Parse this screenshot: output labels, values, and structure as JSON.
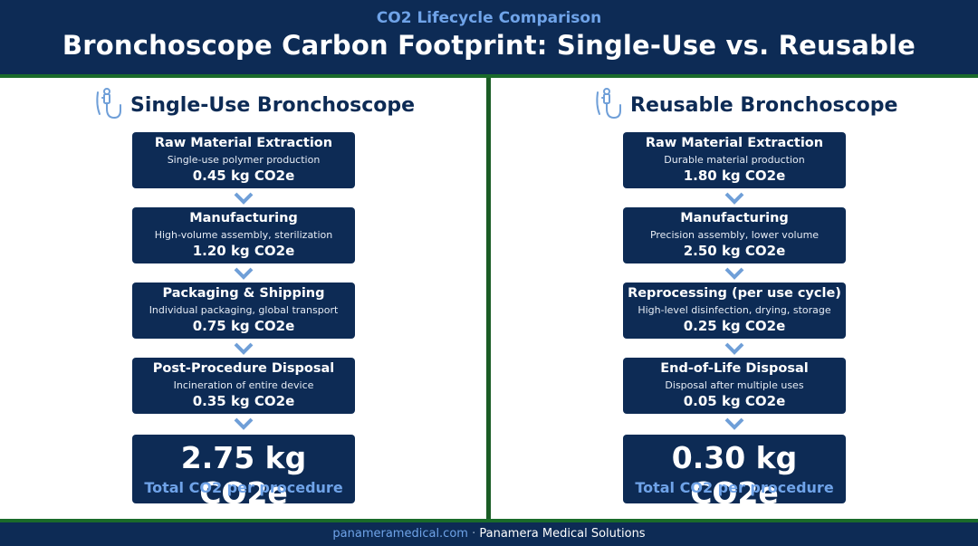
{
  "header": {
    "subtitle": "CO2 Lifecycle Comparison",
    "title": "Bronchoscope Carbon Footprint: Single-Use vs. Reusable"
  },
  "colors": {
    "navy": "#0d2b55",
    "accent_blue": "#6fa3e8",
    "green": "#1a6b2a",
    "arrow_blue": "#6f9fd8"
  },
  "single_use": {
    "icon": "bronchoscope-icon",
    "title": "Single-Use Bronchoscope",
    "stages": [
      {
        "title": "Raw Material Extraction",
        "desc": "Single-use polymer production",
        "value": "0.45 kg CO2e"
      },
      {
        "title": "Manufacturing",
        "desc": "High-volume assembly, sterilization",
        "value": "1.20 kg CO2e"
      },
      {
        "title": "Packaging & Shipping",
        "desc": "Individual packaging, global transport",
        "value": "0.75 kg CO2e"
      },
      {
        "title": "Post-Procedure Disposal",
        "desc": "Incineration of entire device",
        "value": "0.35 kg CO2e"
      }
    ],
    "total_value": "2.75 kg CO2e",
    "total_label": "Total CO2 per procedure"
  },
  "reusable": {
    "icon": "bronchoscope-icon",
    "title": "Reusable Bronchoscope",
    "stages": [
      {
        "title": "Raw Material Extraction",
        "desc": "Durable material production",
        "value": "1.80 kg CO2e"
      },
      {
        "title": "Manufacturing",
        "desc": "Precision assembly, lower volume",
        "value": "2.50 kg CO2e"
      },
      {
        "title": "Reprocessing (per use cycle)",
        "desc": "High-level disinfection, drying, storage",
        "value": "0.25 kg CO2e"
      },
      {
        "title": "End-of-Life Disposal",
        "desc": "Disposal after multiple uses",
        "value": "0.05 kg CO2e"
      }
    ],
    "total_value": "0.30 kg CO2e",
    "total_label": "Total CO2 per procedure"
  },
  "footer": {
    "site": "panameramedical.com",
    "separator": "·",
    "company": "Panamera Medical Solutions"
  }
}
